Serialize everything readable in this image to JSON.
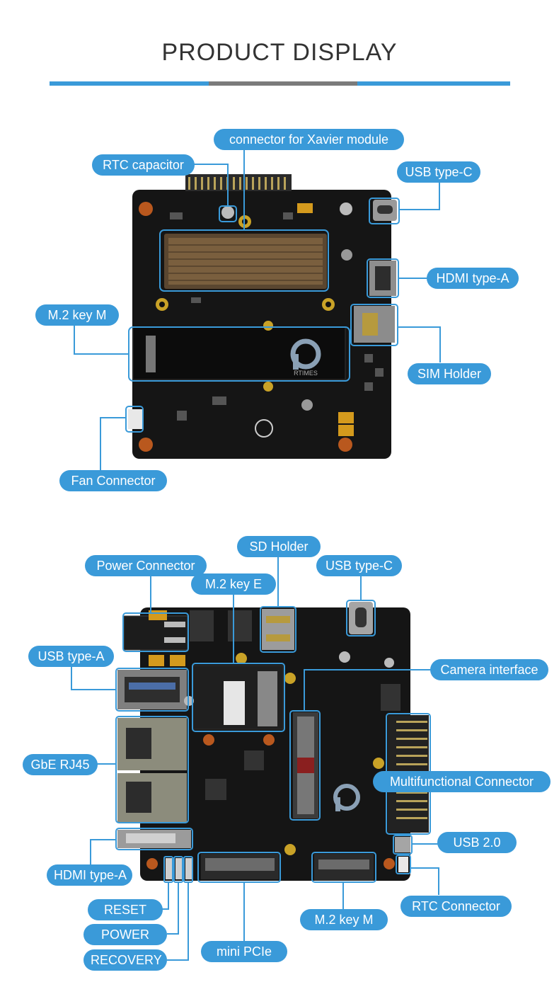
{
  "page": {
    "title": "PRODUCT DISPLAY",
    "accent": "#3a9ad9",
    "bar_colors": [
      "#3a9ad9",
      "#7b7b7b",
      "#3a9ad9"
    ]
  },
  "top_board": {
    "logo_text": "RTIMES",
    "labels": {
      "xavier": "connector for Xavier module",
      "rtc_capacitor": "RTC capacitor",
      "usb_c": "USB type-C",
      "hdmi": "HDMI type-A",
      "m2_key_m": "M.2 key M",
      "sim": "SIM Holder",
      "fan": "Fan Connector"
    }
  },
  "bottom_board": {
    "labels": {
      "sd": "SD Holder",
      "power_connector": "Power Connector",
      "usb_c": "USB type-C",
      "m2_key_e": "M.2 key E",
      "usb_a": "USB type-A",
      "camera": "Camera interface",
      "rj45": "GbE RJ45",
      "multi": "Multifunctional Connector",
      "usb20": "USB 2.0",
      "hdmi": "HDMI type-A",
      "rtc_connector": "RTC Connector",
      "reset": "RESET",
      "power": "POWER",
      "recovery": "RECOVERY",
      "m2_key_m": "M.2 key M",
      "mini_pcie": "mini PCIe"
    }
  }
}
